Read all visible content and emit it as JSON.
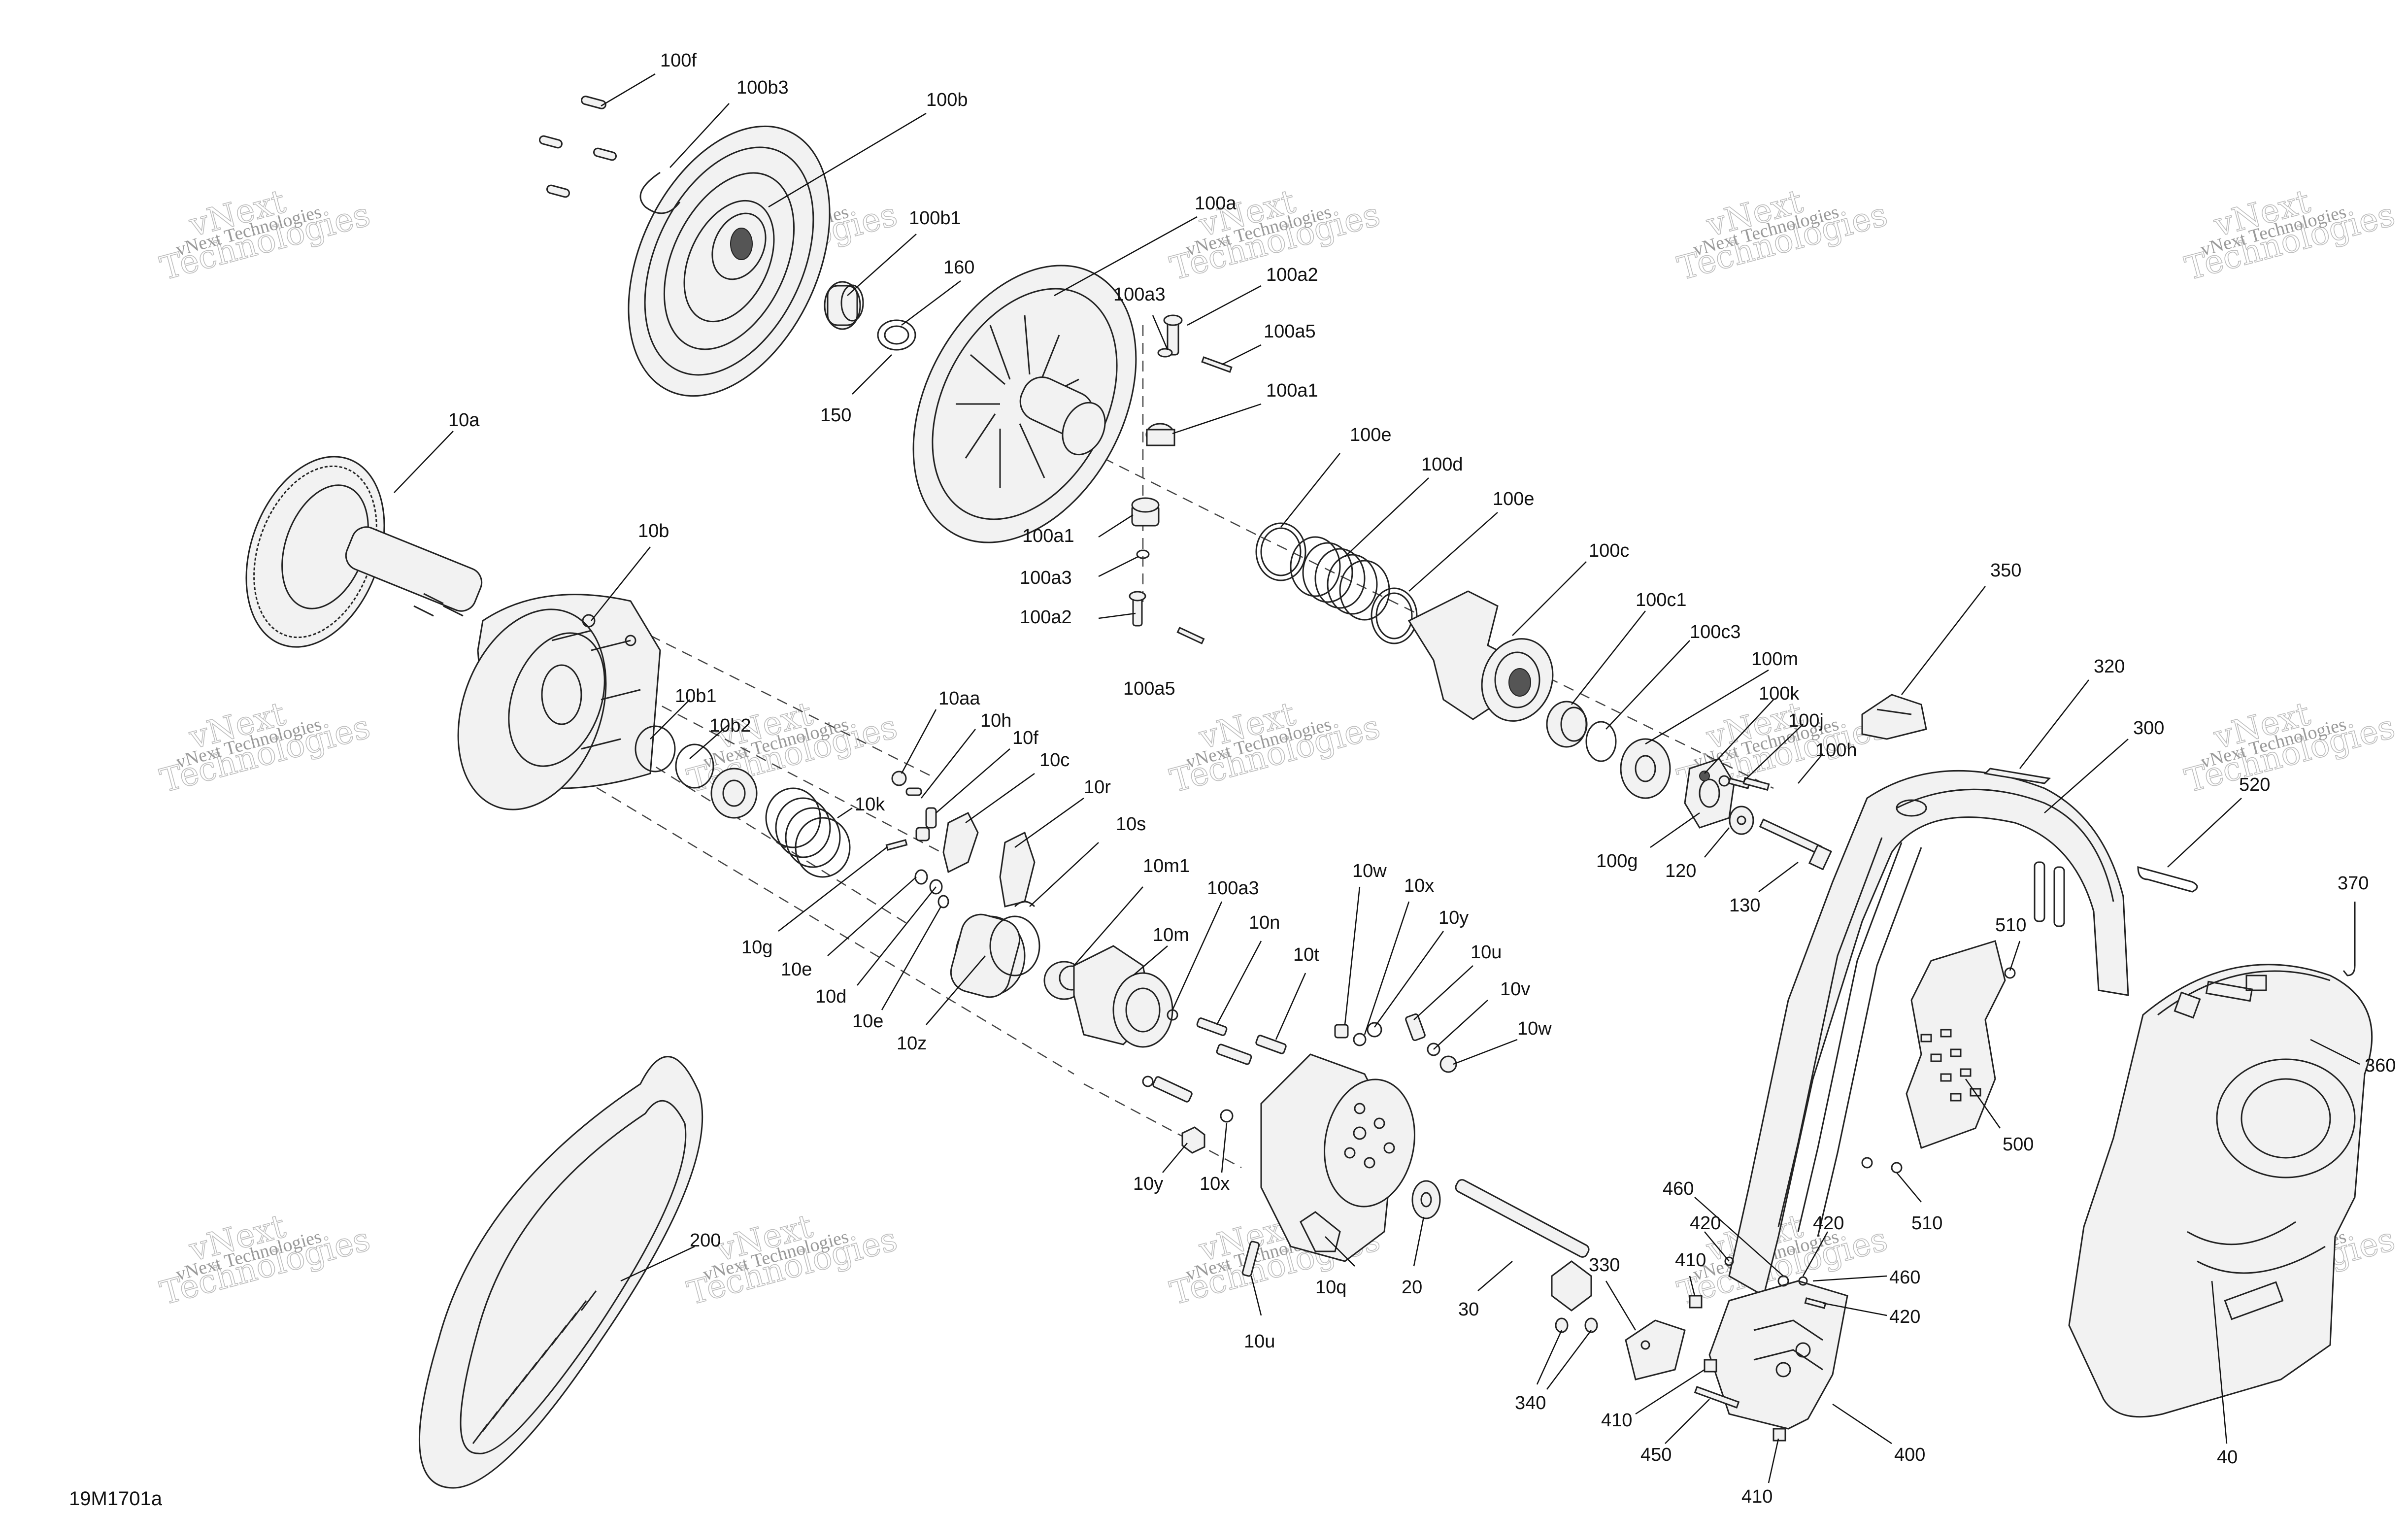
{
  "figure_id": "19M1701a",
  "watermark": {
    "line1": "vNext Technologies",
    "line2a": "vNext",
    "line2b": "Technologies"
  },
  "callouts": {
    "c100f": "100f",
    "c100b3": "100b3",
    "c100b": "100b",
    "c100b1": "100b1",
    "c160": "160",
    "c150": "150",
    "c100a": "100a",
    "c100a3_top": "100a3",
    "c100a2_top": "100a2",
    "c100a5_top": "100a5",
    "c100a1_top": "100a1",
    "c10a": "10a",
    "c100e_left": "100e",
    "c100d": "100d",
    "c100e_right": "100e",
    "c100a1_mid": "100a1",
    "c100a3_mid": "100a3",
    "c100a2_mid": "100a2",
    "c100a5_mid": "100a5",
    "c10b": "10b",
    "c100c": "100c",
    "c100c1": "100c1",
    "c100c3": "100c3",
    "c100m": "100m",
    "c100k": "100k",
    "c100j": "100j",
    "c100h": "100h",
    "c100g": "100g",
    "c120": "120",
    "c130": "130",
    "c350": "350",
    "c320": "320",
    "c300": "300",
    "c520": "520",
    "c370": "370",
    "c360": "360",
    "c10b1": "10b1",
    "c10b2": "10b2",
    "c10aa": "10aa",
    "c10h": "10h",
    "c10f": "10f",
    "c10c": "10c",
    "c10k": "10k",
    "c10r": "10r",
    "c10s": "10s",
    "c10g": "10g",
    "c10e_a": "10e",
    "c10d": "10d",
    "c10e_b": "10e",
    "c10z": "10z",
    "c10m1": "10m1",
    "c100a3_low": "100a3",
    "c10m": "10m",
    "c10n": "10n",
    "c10t": "10t",
    "c10w_a": "10w",
    "c10x_a": "10x",
    "c10y_a": "10y",
    "c10u_a": "10u",
    "c10v": "10v",
    "c10w_b": "10w",
    "c10y_b": "10y",
    "c10x_b": "10x",
    "c10u_b": "10u",
    "c10q": "10q",
    "c20": "20",
    "c30": "30",
    "c200": "200",
    "c510_a": "510",
    "c500": "500",
    "c510_b": "510",
    "c460_a": "460",
    "c420_a": "420",
    "c420_b": "420",
    "c460_b": "460",
    "c420_c": "420",
    "c410_a": "410",
    "c330": "330",
    "c340": "340",
    "c410_b": "410",
    "c450": "450",
    "c400": "400",
    "c410_c": "410",
    "c40": "40"
  }
}
